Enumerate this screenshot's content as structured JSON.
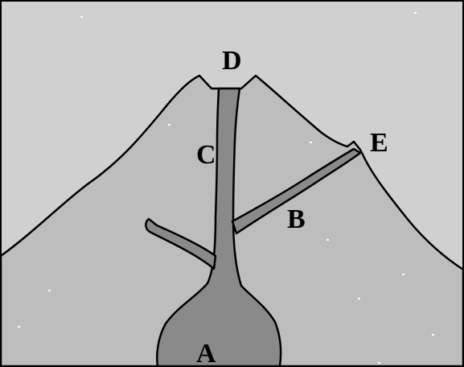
{
  "diagram": {
    "labels": {
      "a": "A",
      "b": "B",
      "c": "C",
      "d": "D",
      "e": "E"
    }
  },
  "colors": {
    "sky": "#d0d0d0",
    "volcano": "#bdbdbd",
    "magma": "#8a8a8a",
    "outline": "#000000",
    "border": "#000000"
  }
}
